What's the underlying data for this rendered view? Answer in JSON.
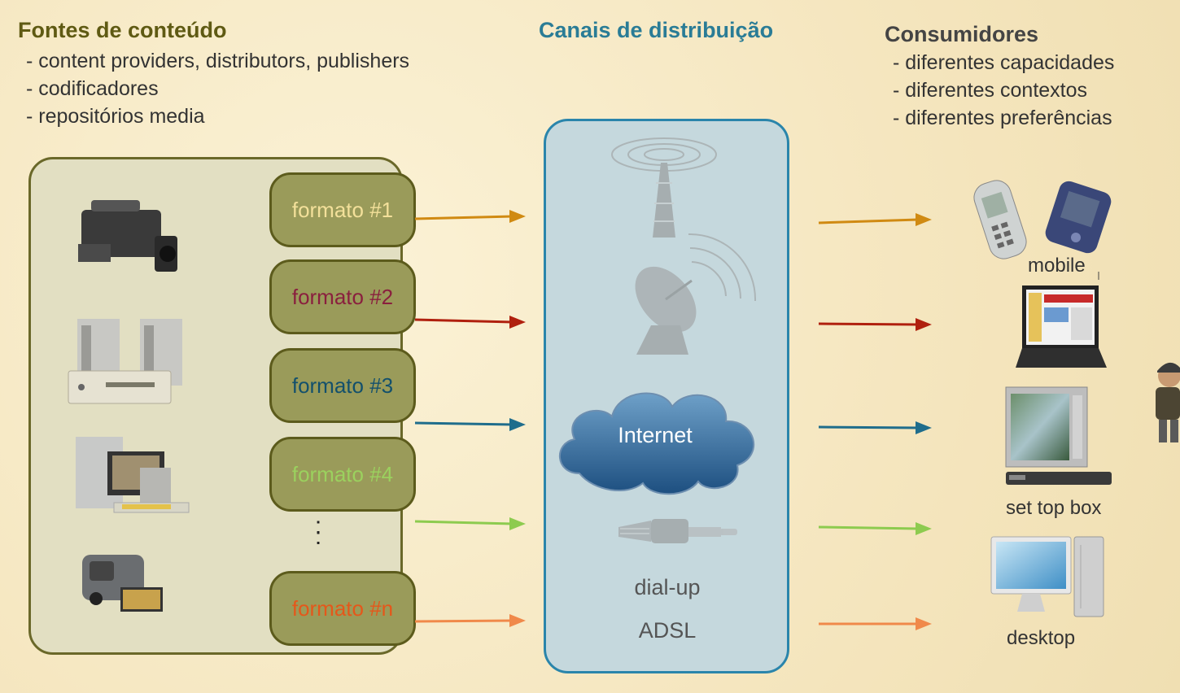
{
  "sources": {
    "heading": "Fontes de conteúdo",
    "bullets": [
      "- content providers, distributors, publishers",
      "- codificadores",
      "- repositórios media"
    ],
    "formats": [
      {
        "label": "formato #1",
        "color": "#f3e09a"
      },
      {
        "label": "formato #2",
        "color": "#8a1f3e"
      },
      {
        "label": "formato #3",
        "color": "#13506c"
      },
      {
        "label": "formato #4",
        "color": "#9bd15e"
      },
      {
        "label": "formato #n",
        "color": "#e5571a"
      }
    ],
    "ellipsis": ":"
  },
  "channels": {
    "heading": "Canais de distribuição",
    "internet": "Internet",
    "dialup": "dial-up",
    "adsl": "ADSL",
    "icons": [
      "radio-tower-icon",
      "satellite-dish-icon",
      "internet-cloud-icon",
      "cable-connector-icon"
    ]
  },
  "consumers": {
    "heading": "Consumidores",
    "bullets": [
      "- diferentes capacidades",
      "- diferentes contextos",
      "- diferentes preferências"
    ],
    "devices": {
      "mobile": "mobile",
      "set_top_box": "set top box",
      "desktop": "desktop"
    }
  },
  "arrow_colors": [
    "#d08a12",
    "#b0200e",
    "#1f6d8c",
    "#8dcb4f",
    "#f0894a"
  ]
}
